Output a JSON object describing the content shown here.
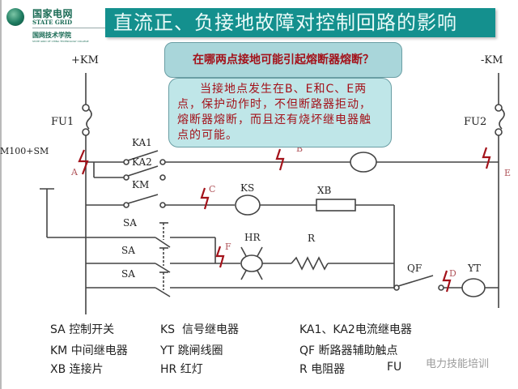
{
  "logo": {
    "name_cn": "国家电网",
    "name_en": "STATE GRID",
    "subtitle_cn": "国网技术学院",
    "subtitle_en": "STATE GRID OF CHINA TECHNOLOGY COLLEGE"
  },
  "title": "直流正、负接地故障对控制回路的影响",
  "callout": {
    "question": "在哪两点接地可能引起熔断器熔断？",
    "answer": "当接地点发生在B、E和C、E两点，保护动作时，不但断路器拒动，熔断器熔断，而且还有烧坏继电器触点的可能。"
  },
  "circuit": {
    "bus_positive": "+KM",
    "bus_negative": "-KM",
    "left_label": "M100+SM",
    "fuses": [
      "FU1",
      "FU2"
    ],
    "contacts": [
      "KA1",
      "KA2",
      "KM",
      "SA",
      "SA",
      "SA",
      "QF"
    ],
    "components": [
      "KS",
      "XB",
      "HR",
      "R",
      "YT"
    ],
    "fault_points": [
      "A",
      "B",
      "C",
      "D",
      "E",
      "F"
    ],
    "colors": {
      "wire": "#444444",
      "fault": "#a3121a",
      "fault_label": "#b0545a"
    }
  },
  "legend": [
    {
      "code": "SA",
      "desc": "控制开关"
    },
    {
      "code": "KS",
      "desc": "信号继电器"
    },
    {
      "code": "KA1、KA2",
      "desc": "电流继电器"
    },
    {
      "code": "KM",
      "desc": "中间继电器"
    },
    {
      "code": "YT",
      "desc": "跳闸线圈"
    },
    {
      "code": "QF",
      "desc": "断路器辅助触点"
    },
    {
      "code": "XB",
      "desc": "连接片"
    },
    {
      "code": "HR",
      "desc": "红灯"
    },
    {
      "code": "R",
      "desc": "电阻器"
    },
    {
      "code": "FU",
      "desc": ""
    }
  ],
  "watermark": "电力技能培训"
}
